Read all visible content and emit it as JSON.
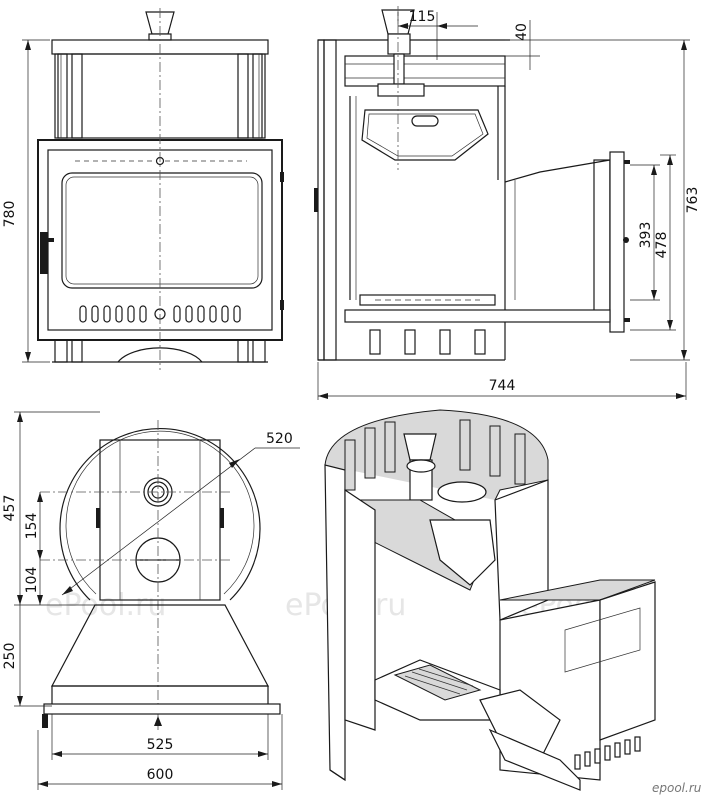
{
  "dimensions": {
    "front_height": "780",
    "side_width": "744",
    "side_total_height": "763",
    "chimney_offset": "115",
    "top_gap": "40",
    "tunnel_inner": "393",
    "tunnel_outer": "478",
    "diameter": "520",
    "top_depth": "457",
    "hole_spacing": "154",
    "hole_offset": "104",
    "tunnel_depth": "250",
    "tunnel_width": "525",
    "total_width": "600"
  },
  "watermarks": [
    "ePool.ru",
    "ePool.ru",
    "ePool.ru"
  ],
  "logo": "epool.ru"
}
